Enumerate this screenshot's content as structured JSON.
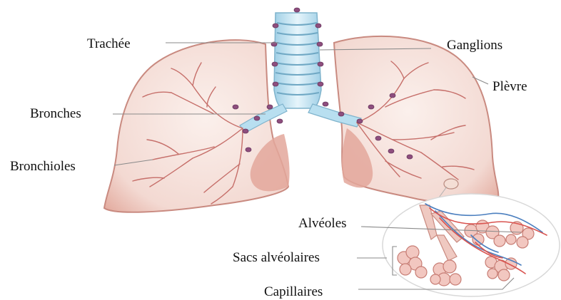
{
  "labels": {
    "trachee": "Trachée",
    "ganglions": "Ganglions",
    "plevre": "Plèvre",
    "bronches": "Bronches",
    "bronchioles": "Bronchioles",
    "alveoles": "Alvéoles",
    "sacs_alveolaires": "Sacs alvéolaires",
    "capillaires": "Capillaires"
  },
  "colors": {
    "lung_fill": "#f6e4df",
    "lung_outline": "#c98a80",
    "lung_inner": "#e9b9ae",
    "airway": "#b8dff0",
    "node": "#8e4e7e",
    "vessel_red": "#d9534f",
    "vessel_blue": "#4b7fbf",
    "leader_line": "#888888"
  }
}
